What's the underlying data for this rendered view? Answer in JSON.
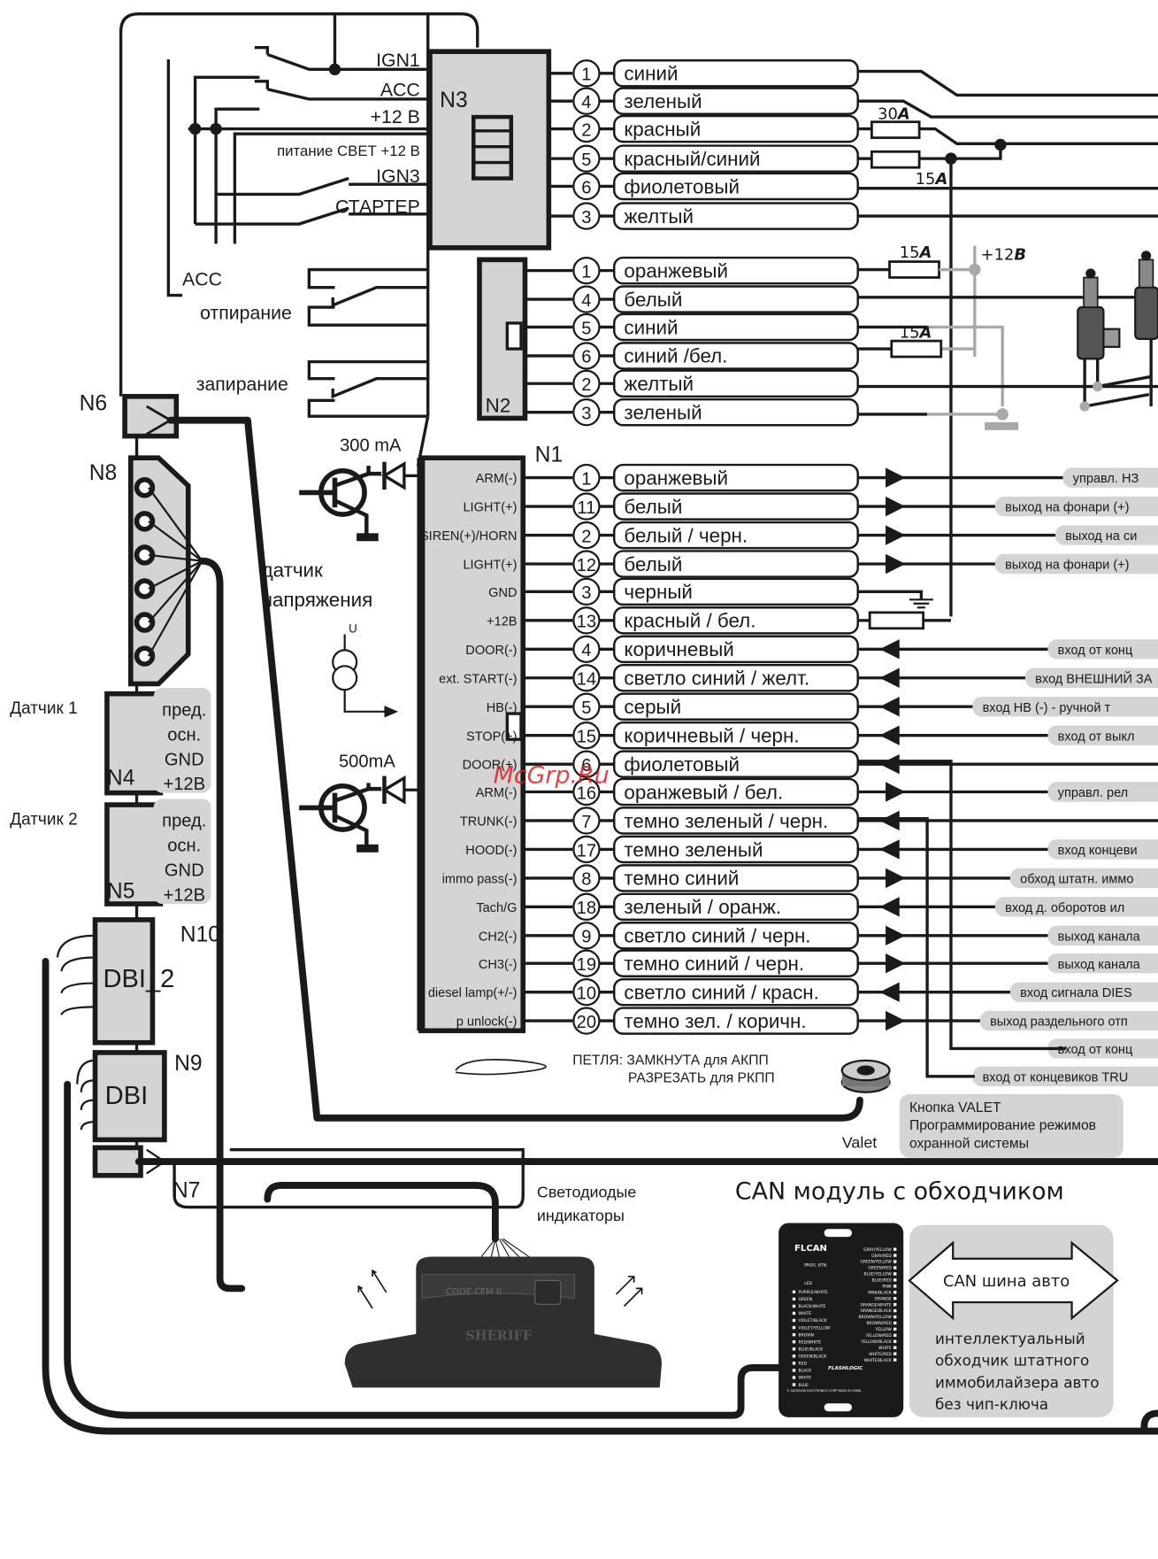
{
  "watermark": "McGrp.Ru",
  "n3": {
    "label": "N3",
    "inputs": [
      "IGN1",
      "ACC",
      "+12 B",
      "питание СВЕТ +12 B",
      "IGN3",
      "СТАРТЕР"
    ],
    "pins": [
      {
        "num": "1",
        "color": "синий"
      },
      {
        "num": "4",
        "color": "зеленый"
      },
      {
        "num": "2",
        "color": "красный"
      },
      {
        "num": "5",
        "color": "красный/синий"
      },
      {
        "num": "6",
        "color": "фиолетовый"
      },
      {
        "num": "3",
        "color": "желтый"
      }
    ],
    "fuse_30": "30",
    "fuse_15": "15",
    "amp_unit": "A"
  },
  "n2": {
    "label": "N2",
    "acc_label": "ACC",
    "unlock_label": "отпирание",
    "lock_label": "запирание",
    "pins": [
      {
        "num": "1",
        "color": "оранжевый"
      },
      {
        "num": "4",
        "color": "белый"
      },
      {
        "num": "5",
        "color": "синий"
      },
      {
        "num": "6",
        "color": "синий /бел."
      },
      {
        "num": "2",
        "color": "желтый"
      },
      {
        "num": "3",
        "color": "зеленый"
      }
    ],
    "fuse_a": "15",
    "fuse_b": "15",
    "amp_unit": "A",
    "plus12": "+12",
    "volt_unit": "B"
  },
  "n1": {
    "label": "N1",
    "rows": [
      {
        "func": "ARM(-)",
        "num": "1",
        "color": "оранжевый",
        "dir": "out",
        "tag": "управл. НЗ"
      },
      {
        "func": "LIGHT(+)",
        "num": "11",
        "color": "белый",
        "dir": "out",
        "tag": "выход на фонари (+)"
      },
      {
        "func": "SIREN(+)/HORN",
        "num": "2",
        "color": "белый / черн.",
        "dir": "out",
        "tag": "выход на си"
      },
      {
        "func": "LIGHT(+)",
        "num": "12",
        "color": "белый",
        "dir": "out",
        "tag": "выход на фонари (+)"
      },
      {
        "func": "GND",
        "num": "3",
        "color": "черный",
        "dir": "gnd",
        "tag": ""
      },
      {
        "func": "+12B",
        "num": "13",
        "color": "красный / бел.",
        "dir": "fuse",
        "tag": ""
      },
      {
        "func": "DOOR(-)",
        "num": "4",
        "color": "коричневый",
        "dir": "in",
        "tag": "вход от конц"
      },
      {
        "func": "ext. START(-)",
        "num": "14",
        "color": "светло синий / желт.",
        "dir": "in",
        "tag": "вход ВНЕШНИЙ ЗА"
      },
      {
        "func": "HB(-)",
        "num": "5",
        "color": "серый",
        "dir": "in",
        "tag": "вход HB (-) - ручной т"
      },
      {
        "func": "STOP(+)",
        "num": "15",
        "color": "коричневый  /  черн.",
        "dir": "in",
        "tag": "вход от выкл"
      },
      {
        "func": "DOOR(+)",
        "num": "6",
        "color": "фиолетовый",
        "dir": "in",
        "tag": ""
      },
      {
        "func": "ARM(-)",
        "num": "16",
        "color": "оранжевый  /  бел.",
        "dir": "out",
        "tag": "управл.  рел"
      },
      {
        "func": "TRUNK(-)",
        "num": "7",
        "color": "темно зеленый / черн.",
        "dir": "in",
        "tag": ""
      },
      {
        "func": "HOOD(-)",
        "num": "17",
        "color": "темно зеленый",
        "dir": "in",
        "tag": "вход концеви"
      },
      {
        "func": "immo pass(-)",
        "num": "8",
        "color": "темно синий",
        "dir": "out",
        "tag": "обход штатн. иммо"
      },
      {
        "func": "Tach/G",
        "num": "18",
        "color": "зеленый / оранж.",
        "dir": "in",
        "tag": "вход д. оборотов ил"
      },
      {
        "func": "CH2(-)",
        "num": "9",
        "color": "светло синий / черн.",
        "dir": "out",
        "tag": "выход канала"
      },
      {
        "func": "CH3(-)",
        "num": "19",
        "color": "темно синий / черн.",
        "dir": "out",
        "tag": "выход канала"
      },
      {
        "func": "diesel lamp(+/-)",
        "num": "10",
        "color": "светло синий / красн.",
        "dir": "in",
        "tag": "вход сигнала DIES"
      },
      {
        "func": "p unlock(-)",
        "num": "20",
        "color": "темно  зел. / коричн.",
        "dir": "out",
        "tag": "выход раздельного отп"
      }
    ],
    "extra_tags": [
      "вход от конц",
      "вход от концевиков TRU"
    ]
  },
  "left": {
    "ma300": "300 mA",
    "ma500": "500mA",
    "voltage_sensor": [
      "датчик",
      "напряжения"
    ],
    "u_label": "U",
    "n6": "N6",
    "n8": "N8",
    "sensor1": "Датчик 1",
    "sensor2": "Датчик 2",
    "n4": "N4",
    "n5": "N5",
    "sensor_pins": [
      "пред.",
      "осн.",
      "GND",
      "+12B"
    ],
    "n10": "N10",
    "dbi2": "DBI_2",
    "n9": "N9",
    "dbi": "DBI",
    "n7": "N7"
  },
  "loop_note": [
    "ПЕТЛЯ: ЗАМКНУТА для АКПП",
    "РАЗРЕЗАТЬ для РКПП"
  ],
  "valet": {
    "label": "Valet",
    "note": [
      "Кнопка VALET",
      "Программирование режимов",
      "охранной системы"
    ]
  },
  "led": {
    "title": [
      "Светодиодые",
      "индикаторы"
    ],
    "device_model": "CODE CFM II",
    "device_brand": "SHERIFF"
  },
  "can": {
    "title": "CAN модуль с обходчиком",
    "bus_label": "CAN шина авто",
    "desc": [
      "интеллектуальный",
      "обходчик штатного",
      "иммобилайзера авто",
      "без чип-ключа"
    ],
    "module_name": "FLCAN",
    "module_prog": "PROG. BTN.",
    "module_led": "LED",
    "module_brand": "FLASHLOGIC",
    "module_footer": "© AUDIOVOX ELECTRONICS CORP MADE IN CHINA",
    "left_wires": [
      "PURPLE/WHITE",
      "GREEN",
      "BLACK/WHITE",
      "WHITE",
      "VIOLET/BLACK",
      "VIOLET/YELLOW",
      "BROWN",
      "RED/WHITE",
      "BLUE/BLACK",
      "GREEN/BLACK",
      "RED",
      "BLACK",
      "WHITE",
      "BLUE"
    ],
    "right_wires": [
      "GRAY/YELLOW",
      "GRAY/RED",
      "GREEN/YELLOW",
      "GREEN/RED",
      "BLUE/YELLOW",
      "BLUE/RED",
      "PINK",
      "PINK/BLACK",
      "ORANGE",
      "ORANGE/WHITE",
      "ORANGE/BLACK",
      "BROWN/YELLOW",
      "BROWN/RED",
      "YELLOW",
      "YELLOW/RED",
      "YELLOW/BLACK",
      "WHITE",
      "WHITE/RED",
      "WHITE/BLACK"
    ]
  }
}
